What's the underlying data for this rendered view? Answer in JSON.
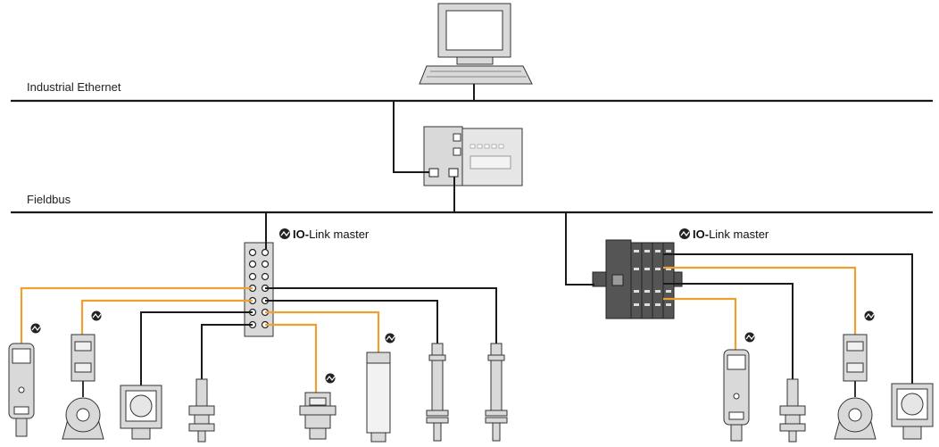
{
  "networks": {
    "industrial_ethernet": "Industrial Ethernet",
    "fieldbus": "Fieldbus"
  },
  "masters": [
    {
      "label_prefix": "IO-",
      "label_rest": "Link master"
    },
    {
      "label_prefix": "IO-",
      "label_rest": "Link master"
    }
  ],
  "colors": {
    "io_link_wire": "#f0a030",
    "standard_wire": "#1a1a1a",
    "device_gray": "#d9d9d9"
  },
  "icons": [
    "computer-icon",
    "plc-icon",
    "io-link-logo-icon",
    "sensor-icon",
    "encoder-icon",
    "camera-icon",
    "proximity-sensor-icon"
  ]
}
